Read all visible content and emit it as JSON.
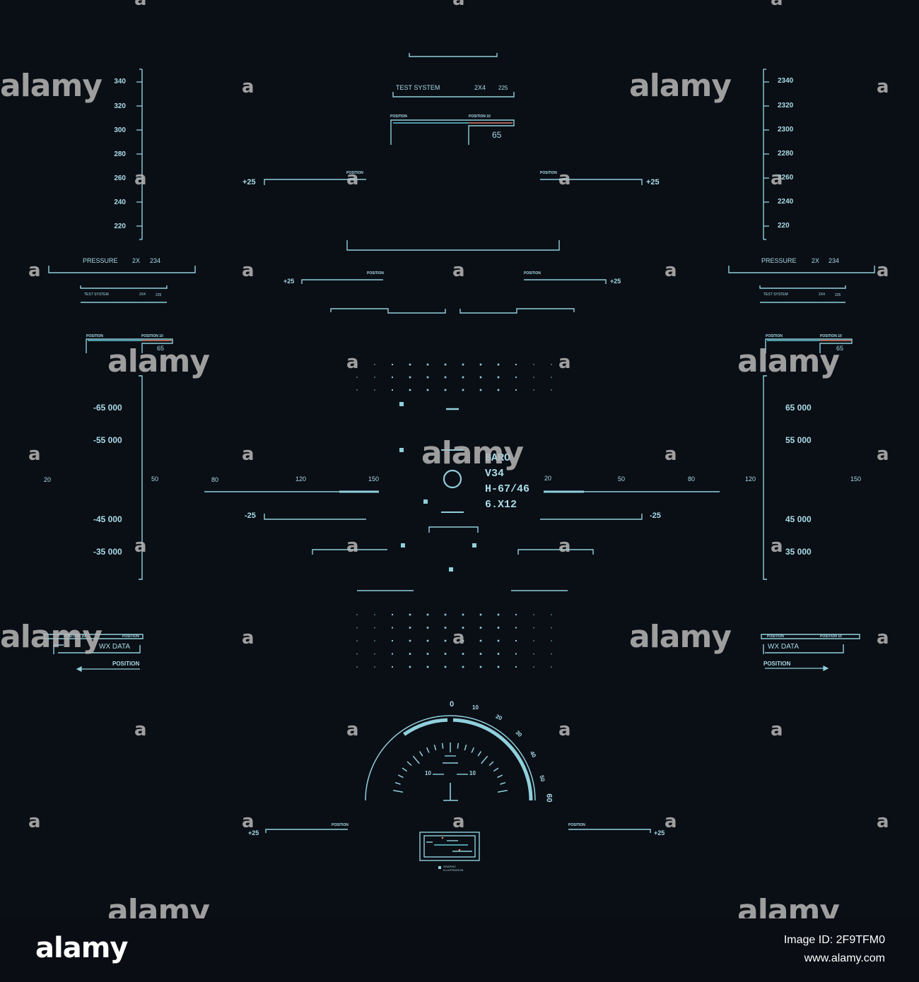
{
  "colors": {
    "bg": "#0a0e15",
    "line": "#8fd0dc",
    "text": "#a9dbe6",
    "accent_orange": "#e0836a",
    "accent_teal": "#5fc8d8"
  },
  "left_scale": [
    "340",
    "320",
    "300",
    "280",
    "260",
    "240",
    "220"
  ],
  "right_scale": [
    "2340",
    "2320",
    "2300",
    "2280",
    "2260",
    "2240",
    "220"
  ],
  "top_panel": {
    "name": "TEST SYSTEM",
    "code": "2X4",
    "num": "225",
    "pos_label": "POSITION",
    "pos10_label": "POSITION 10",
    "value": "65"
  },
  "pressure": {
    "label": "PRESSURE",
    "code": "2X",
    "value": "234"
  },
  "small_panel": {
    "name": "TEST SYSTEM",
    "code": "2X4",
    "num": "225",
    "pos_label": "POSITION",
    "pos10_label": "POSITION 10",
    "value": "65"
  },
  "pitch": {
    "plus": "+25",
    "minus": "-25",
    "label": "POSITION"
  },
  "alt_left": [
    "-65 000",
    "-55 000",
    "-45 000",
    "-35 000"
  ],
  "alt_right": [
    "65 000",
    "55 000",
    "45 000",
    "35 000"
  ],
  "speed_left": [
    "20",
    "50",
    "80",
    "120",
    "150"
  ],
  "speed_right": [
    "20",
    "50",
    "80",
    "120",
    "150"
  ],
  "readout": [
    "BARO",
    "V34",
    "H-67/46",
    "6.X12"
  ],
  "wx": {
    "pos10": "POSITION 10",
    "pos": "POSITION",
    "label": "WX DATA",
    "arrow_label": "POSITION"
  },
  "gauge": {
    "labels": [
      "0",
      "10",
      "20",
      "30",
      "40",
      "50",
      "60"
    ],
    "left10": "10",
    "right10": "10"
  },
  "bottom": {
    "plus": "+25",
    "label": "POSITION"
  },
  "mini_panel": {
    "caption1": "GRAPHIC",
    "caption2": "ILLUSTRATION"
  },
  "watermark": {
    "text": "alamy",
    "a": "a"
  },
  "footer": {
    "logo": "alamy",
    "image_id": "Image ID: 2F9TFM0",
    "url": "www.alamy.com"
  }
}
